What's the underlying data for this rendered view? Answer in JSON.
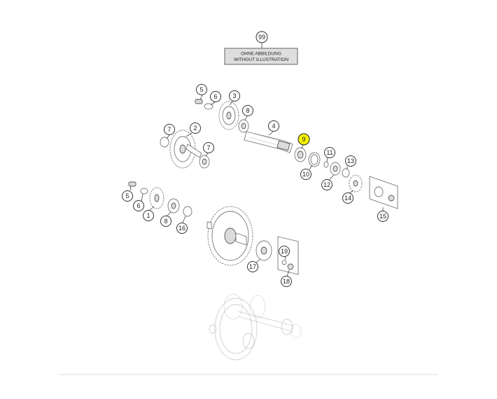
{
  "note": {
    "number": "99",
    "line1": "OHNE ABBILDUNG",
    "line2": "WITHOUT ILLUSTRATION"
  },
  "callouts": [
    {
      "id": "c5a",
      "label": "5",
      "highlight": false
    },
    {
      "id": "c6a",
      "label": "6",
      "highlight": false
    },
    {
      "id": "c3",
      "label": "3",
      "highlight": false
    },
    {
      "id": "c8a",
      "label": "8",
      "highlight": false
    },
    {
      "id": "c7a",
      "label": "7",
      "highlight": false
    },
    {
      "id": "c2",
      "label": "2",
      "highlight": false
    },
    {
      "id": "c4",
      "label": "4",
      "highlight": false
    },
    {
      "id": "c9",
      "label": "9",
      "highlight": true
    },
    {
      "id": "c7b",
      "label": "7",
      "highlight": false
    },
    {
      "id": "c10",
      "label": "10",
      "highlight": false
    },
    {
      "id": "c11",
      "label": "11",
      "highlight": false
    },
    {
      "id": "c13",
      "label": "13",
      "highlight": false
    },
    {
      "id": "c12",
      "label": "12",
      "highlight": false
    },
    {
      "id": "c5b",
      "label": "5",
      "highlight": false
    },
    {
      "id": "c6b",
      "label": "6",
      "highlight": false
    },
    {
      "id": "c14",
      "label": "14",
      "highlight": false
    },
    {
      "id": "c15",
      "label": "15",
      "highlight": false
    },
    {
      "id": "c1",
      "label": "1",
      "highlight": false
    },
    {
      "id": "c8b",
      "label": "8",
      "highlight": false
    },
    {
      "id": "c16",
      "label": "16",
      "highlight": false
    },
    {
      "id": "c19",
      "label": "19",
      "highlight": false
    },
    {
      "id": "c17",
      "label": "17",
      "highlight": false
    },
    {
      "id": "c18",
      "label": "18",
      "highlight": false
    }
  ],
  "colors": {
    "highlight": "#f6f200",
    "note_fill": "#dedede"
  }
}
